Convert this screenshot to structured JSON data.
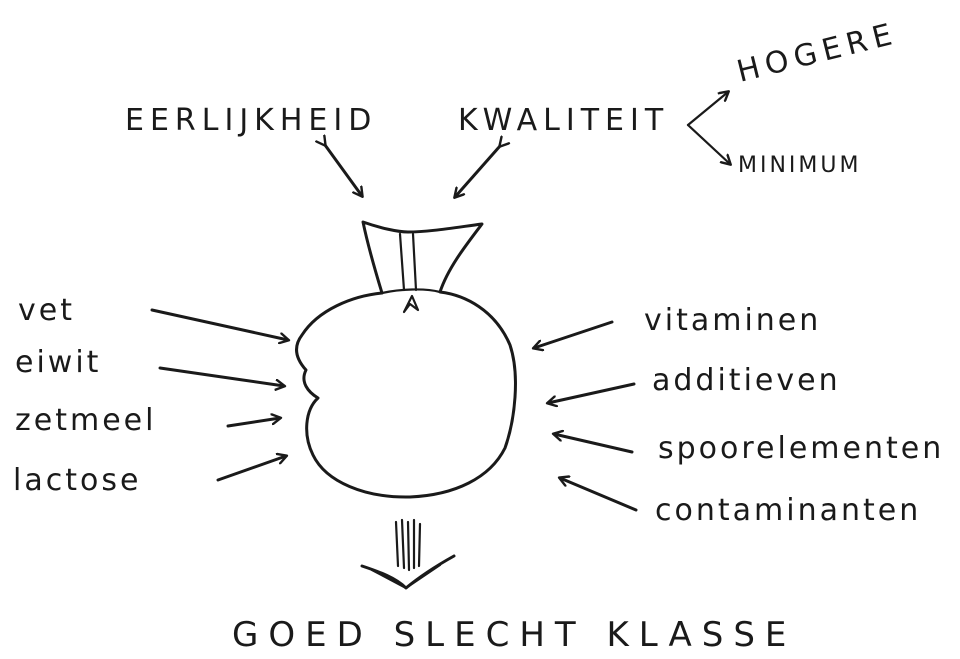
{
  "top": {
    "left_label": "EERLIJKHEID",
    "right_label": "KWALITEIT",
    "branch_upper": "HOGERE",
    "branch_lower": "MINIMUM"
  },
  "left_inputs": [
    "vet",
    "eiwit",
    "zetmeel",
    "lactose"
  ],
  "right_inputs": [
    "vitaminen",
    "additieven",
    "spoorelementen",
    "contaminanten"
  ],
  "bottom_label": "GOED SLECHT KLASSE"
}
